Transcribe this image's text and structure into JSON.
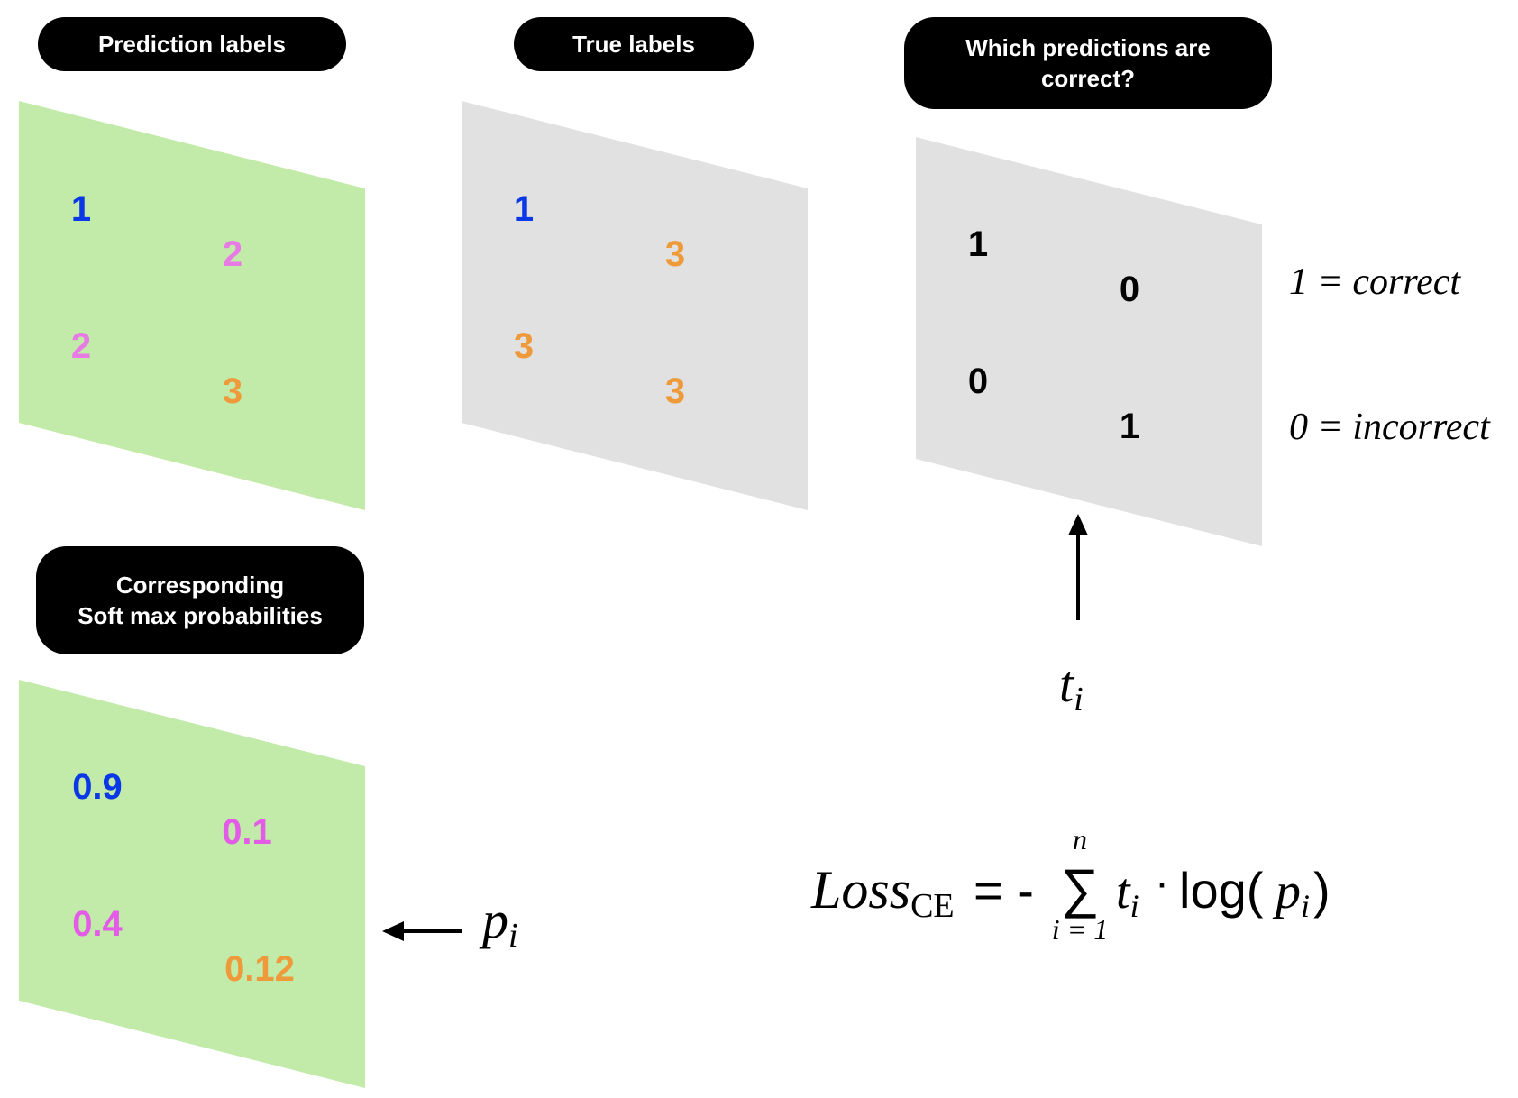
{
  "colors": {
    "green_panel": "#c2eaa9",
    "gray_panel": "#e1e1e1",
    "blue": "#0a38e6",
    "pink": "#e87ae6",
    "magenta": "#e35be6",
    "orange": "#ef9a3a",
    "black": "#000000"
  },
  "labels": {
    "prediction_labels": "Prediction labels",
    "true_labels": "True labels",
    "which_correct_line1": "Which predictions are",
    "which_correct_line2": "correct?",
    "softmax_line1": "Corresponding",
    "softmax_line2": "Soft max probabilities"
  },
  "prediction_panel": {
    "values": [
      "1",
      "2",
      "2",
      "3"
    ]
  },
  "true_panel": {
    "values": [
      "1",
      "3",
      "3",
      "3"
    ]
  },
  "correct_panel": {
    "values": [
      "1",
      "0",
      "0",
      "1"
    ]
  },
  "prob_panel": {
    "values": [
      "0.9",
      "0.1",
      "0.4",
      "0.12"
    ]
  },
  "legend": {
    "correct": "1 = correct",
    "incorrect": "0 = incorrect"
  },
  "symbols": {
    "t": "t",
    "t_sub": "i",
    "p": "p",
    "p_sub": "i"
  },
  "formula": {
    "loss": "Loss",
    "loss_sub": "CE",
    "equals_minus": "= -",
    "sigma": "∑",
    "upper": "n",
    "lower": "i = 1",
    "t": "t",
    "t_sub": "i",
    "dot": "·",
    "log_open": "log(",
    "p": "p",
    "p_sub": "i",
    "close": ")"
  }
}
